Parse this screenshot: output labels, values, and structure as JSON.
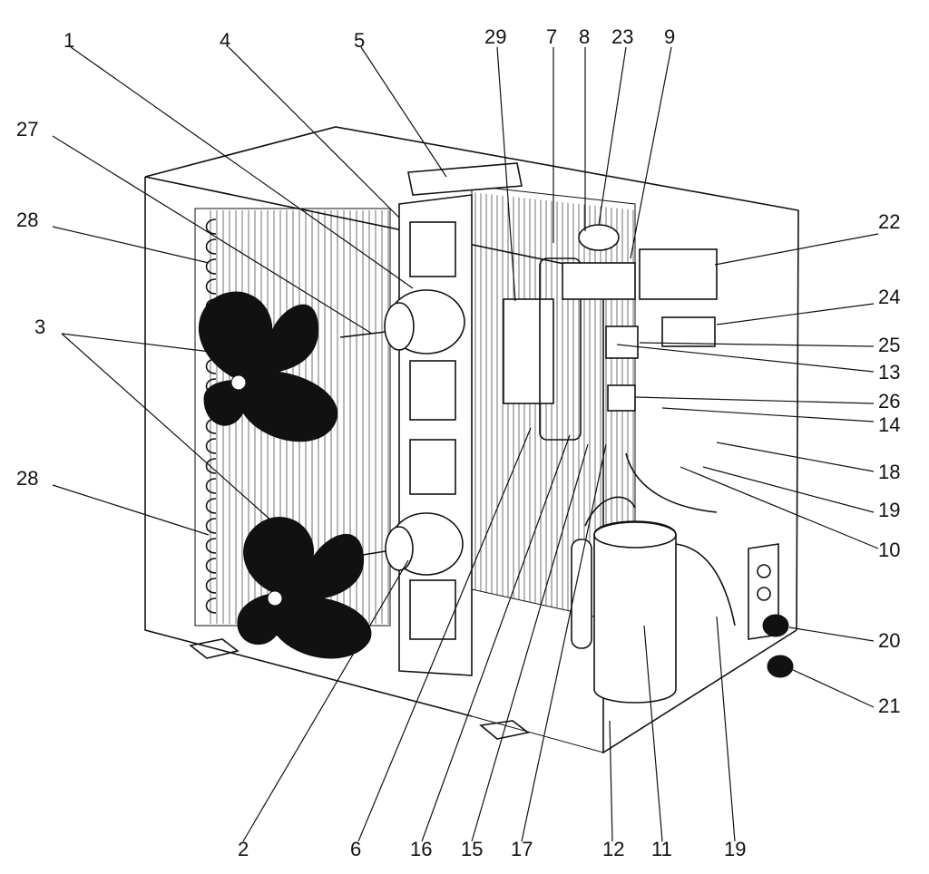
{
  "labels": {
    "l1": "1",
    "l2": "2",
    "l3": "3",
    "l4": "4",
    "l5": "5",
    "l6": "6",
    "l7": "7",
    "l8": "8",
    "l9": "9",
    "l10": "10",
    "l11": "11",
    "l12": "12",
    "l13": "13",
    "l14": "14",
    "l15": "15",
    "l16": "16",
    "l17": "17",
    "l18": "18",
    "l19a": "19",
    "l19b": "19",
    "l20": "20",
    "l21": "21",
    "l22": "22",
    "l23": "23",
    "l24": "24",
    "l25": "25",
    "l26": "26",
    "l27": "27",
    "l28a": "28",
    "l28b": "28",
    "l29": "29"
  },
  "colors": {
    "ink": "#111111",
    "paper": "#ffffff"
  }
}
